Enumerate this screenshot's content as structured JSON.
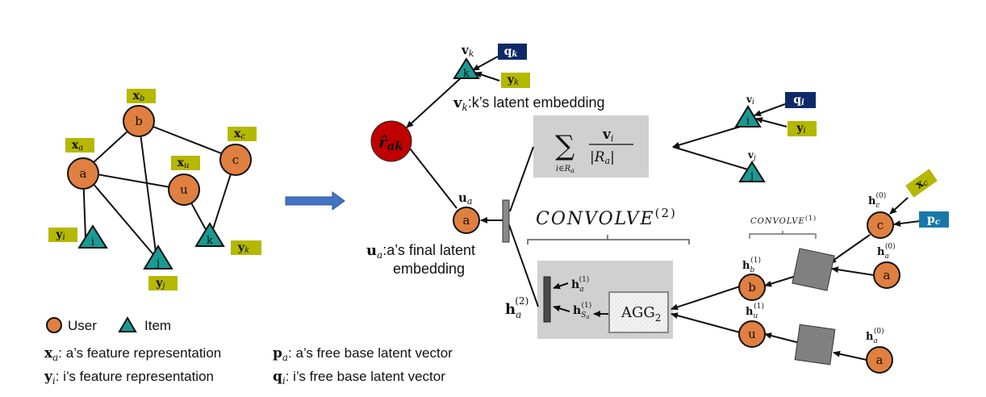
{
  "colors": {
    "user_fill": "#e08040",
    "item_fill": "#1a9a94",
    "feature_tag": "#b5b800",
    "latent_tag_dark": "#0e2a66",
    "latent_tag_blue": "#1778a8",
    "rating_fill": "#c00000",
    "panel_gray": "#d0d0d0",
    "block_gray": "#7f7f7f",
    "transition_arrow": "#4472c4"
  },
  "graph": {
    "users": [
      {
        "id": "a",
        "label": "a",
        "tag": "x",
        "tag_sub": "a"
      },
      {
        "id": "b",
        "label": "b",
        "tag": "x",
        "tag_sub": "b"
      },
      {
        "id": "c",
        "label": "c",
        "tag": "x",
        "tag_sub": "c"
      },
      {
        "id": "u",
        "label": "u",
        "tag": "x",
        "tag_sub": "u"
      }
    ],
    "items": [
      {
        "id": "i",
        "label": "i",
        "tag": "y",
        "tag_sub": "i"
      },
      {
        "id": "j",
        "label": "j",
        "tag": "y",
        "tag_sub": "j"
      },
      {
        "id": "k",
        "label": "k",
        "tag": "y",
        "tag_sub": "k"
      }
    ],
    "edges": [
      [
        "a",
        "b"
      ],
      [
        "b",
        "c"
      ],
      [
        "a",
        "u"
      ],
      [
        "a",
        "i"
      ],
      [
        "a",
        "j"
      ],
      [
        "b",
        "j"
      ],
      [
        "u",
        "k"
      ],
      [
        "c",
        "k"
      ]
    ]
  },
  "legend": {
    "user_label": "User",
    "item_label": "Item",
    "definitions": [
      {
        "sym": "x",
        "sub": "a",
        "text": ": a’s feature representation"
      },
      {
        "sym": "y",
        "sub": "i",
        "text": ":  i’s feature representation"
      },
      {
        "sym": "p",
        "sub": "a",
        "text": ": a’s free base latent vector"
      },
      {
        "sym": "q",
        "sub": "i",
        "text": ":  i’s free base latent vector"
      }
    ]
  },
  "model": {
    "rating": {
      "sym": "r̂",
      "sub": "ak"
    },
    "item_k": {
      "label": "k",
      "vec": "v",
      "vec_sub": "k",
      "q_tag": "q",
      "q_sub": "k",
      "y_tag": "y",
      "y_sub": "k"
    },
    "item_k_caption": {
      "sym": "v",
      "sub": "k",
      "text": ":k’s latent embedding"
    },
    "sum_box": {
      "numerator": "v",
      "num_sub": "i",
      "denominator": "|R",
      "den_sub": "a",
      "den_end": "|",
      "sum_sub": "i∈R",
      "sum_sub_sub": "a"
    },
    "item_i": {
      "label": "i",
      "vec": "v",
      "vec_sub": "i",
      "q_tag": "q",
      "q_sub": "i",
      "y_tag": "y",
      "y_sub": "i"
    },
    "item_j": {
      "label": "j",
      "vec": "v",
      "vec_sub": "j"
    },
    "user_a": {
      "label": "a",
      "vec": "u",
      "vec_sub": "a"
    },
    "user_a_caption": {
      "sym": "u",
      "sub": "a",
      "line1": ":a’s final latent",
      "line2": "embedding"
    },
    "convolve2": {
      "text": "CONVOLVE",
      "sup": "(2)"
    },
    "convolve1": {
      "text": "CONVOLVE",
      "sup": "(1)"
    },
    "h_a2": {
      "sym": "h",
      "sub": "a",
      "sup": "(2)"
    },
    "h_a1": {
      "sym": "h",
      "sub": "a",
      "sup": "(1)"
    },
    "h_sa1": {
      "sym": "h",
      "sub": "S",
      "subsub": "a",
      "sup": "(1)"
    },
    "agg": {
      "text": "AGG",
      "sub": "2"
    },
    "node_b": {
      "label": "b",
      "sym": "h",
      "sub": "b",
      "sup": "(1)"
    },
    "node_u": {
      "label": "u",
      "sym": "h",
      "sub": "u",
      "sup": "(1)"
    },
    "node_c": {
      "label": "c",
      "sym": "h",
      "sub": "c",
      "sup": "(0)",
      "x_tag": "x",
      "x_sub": "c",
      "p_tag": "p",
      "p_sub": "c"
    },
    "node_a_top": {
      "label": "a",
      "sym": "h",
      "sub": "a",
      "sup": "(0)"
    },
    "node_a_bot": {
      "label": "a",
      "sym": "h",
      "sub": "a",
      "sup": "(0)"
    }
  }
}
